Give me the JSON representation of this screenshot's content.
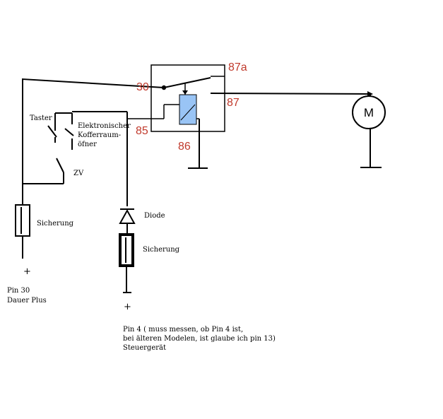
{
  "relay": {
    "pin_30": "30",
    "pin_85": "85",
    "pin_86": "86",
    "pin_87": "87",
    "pin_87a": "87a",
    "coil_color": "#99c4f5"
  },
  "labels": {
    "taster": "Taster",
    "elektronischer": "Elektronischer",
    "kofferraum": "Kofferraum-",
    "oefner": "öfner",
    "zv": "ZV",
    "diode": "Diode",
    "sicherung_left": "Sicherung",
    "sicherung_right": "Sicherung",
    "plus_left": "+",
    "plus_right": "+",
    "pin30_line1": "Pin 30",
    "pin30_line2": "Dauer Plus",
    "pin4_line1": "Pin 4 ( muss messen, ob Pin 4 ist,",
    "pin4_line2": "bei älteren Modelen, ist glaube ich pin 13)",
    "pin4_line3": "Steuergerät",
    "motor": "M"
  },
  "colors": {
    "wire": "#000000",
    "pin_labels": "#c0392b"
  }
}
